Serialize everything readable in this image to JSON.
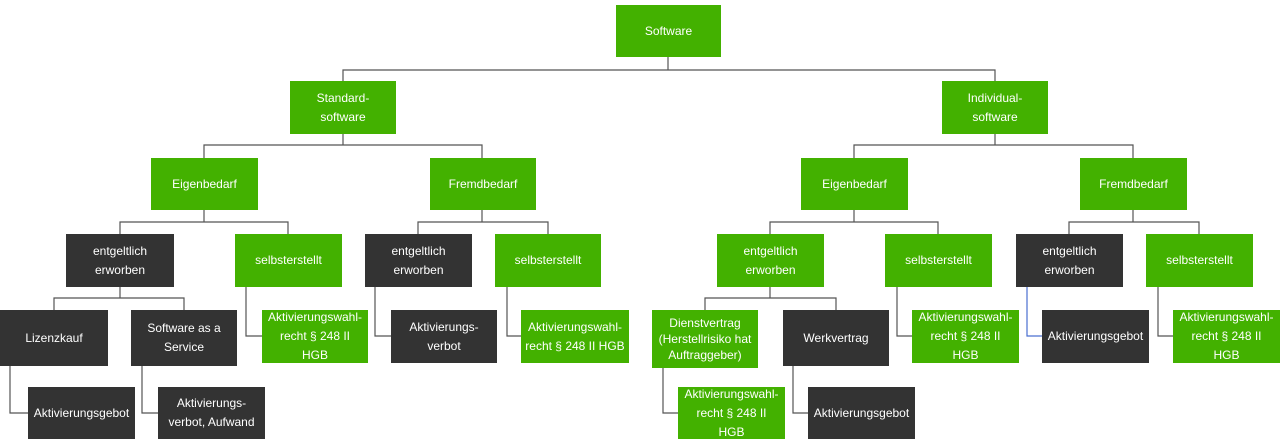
{
  "colors": {
    "green": "#43b100",
    "dark": "#333333",
    "line": "#555555"
  },
  "diagram": {
    "root": "Software",
    "standard": {
      "title": "Standard-\nsoftware",
      "eigenbedarf": {
        "title": "Eigenbedarf",
        "entgeltlich": {
          "title": "entgeltlich\nerworben",
          "lizenzkauf": {
            "title": "Lizenzkauf",
            "result": "Aktivierungsgebot"
          },
          "saas": {
            "title": "Software as a\nService",
            "result": "Aktivierungs-\nverbot, Aufwand"
          }
        },
        "selbsterstellt": {
          "title": "selbsterstellt",
          "result": "Aktivierungswahl-\nrecht § 248  II HGB"
        }
      },
      "fremdbedarf": {
        "title": "Fremdbedarf",
        "entgeltlich": {
          "title": "entgeltlich\nerworben",
          "result": "Aktivierungs-\nverbot"
        },
        "selbsterstellt": {
          "title": "selbsterstellt",
          "result": "Aktivierungswahl-\nrecht § 248  II HGB"
        }
      }
    },
    "individual": {
      "title": "Individual-\nsoftware",
      "eigenbedarf": {
        "title": "Eigenbedarf",
        "entgeltlich": {
          "title": "entgeltlich\nerworben",
          "dienstvertrag": {
            "title": "Dienstvertrag\n(Herstellrisiko   hat\nAuftraggeber)",
            "result": "Aktivierungswahl-\nrecht § 248  II HGB"
          },
          "werkvertrag": {
            "title": "Werkvertrag",
            "result": "Aktivierungsgebot"
          }
        },
        "selbsterstellt": {
          "title": "selbsterstellt",
          "result": "Aktivierungswahl-\nrecht § 248  II HGB"
        }
      },
      "fremdbedarf": {
        "title": "Fremdbedarf",
        "entgeltlich": {
          "title": "entgeltlich\nerworben",
          "result": "Aktivierungsgebot"
        },
        "selbsterstellt": {
          "title": "selbsterstellt",
          "result": "Aktivierungswahl-\nrecht § 248  II HGB"
        }
      }
    }
  }
}
